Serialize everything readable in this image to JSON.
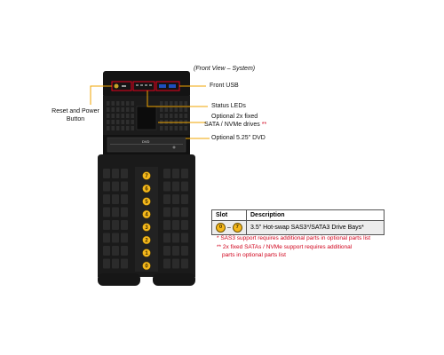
{
  "view_title": "(Front View – System)",
  "labels": {
    "reset_power": "Reset and Power\nButton",
    "front_usb": "Front USB",
    "status_leds": "Status LEDs",
    "optional_drives_line1": "Optional 2x fixed",
    "optional_drives_line2": "SATA / NVMe drives",
    "optional_drives_mark": "**",
    "optional_dvd": "Optional 5.25\" DVD",
    "dvd_logo": "DVD"
  },
  "bays": [
    "7",
    "6",
    "5",
    "4",
    "3",
    "2",
    "1",
    "0"
  ],
  "table": {
    "col_slot": "Slot",
    "col_description": "Description",
    "row": {
      "slot_from": "0",
      "slot_sep": "–",
      "slot_to": "7",
      "description": "3.5\" Hot-swap SAS3*/SATA3 Drive Bays*"
    }
  },
  "notes": {
    "note1": "* SAS3 support requires additional parts in optional parts list",
    "note2_line1": "** 2x fixed SATAs / NVMe support requires additional",
    "note2_line2": "parts in optional parts list"
  },
  "colors": {
    "chassis": "#1a1a1a",
    "bay_badge": "#f5b81c",
    "highlight_box": "#e8001c",
    "leader_line": "#f0a500"
  }
}
